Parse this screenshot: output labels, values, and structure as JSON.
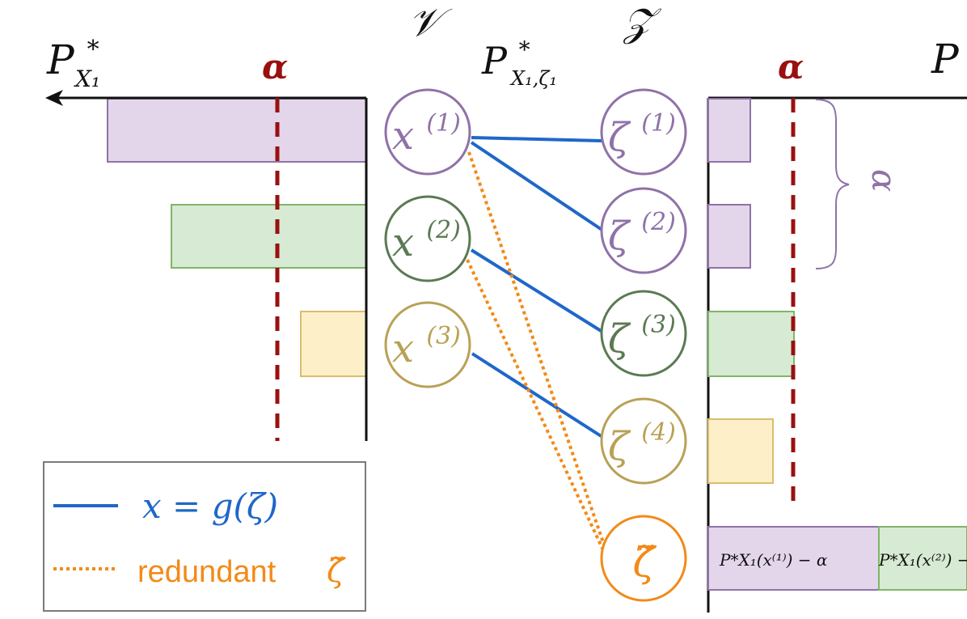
{
  "labels": {
    "v": "𝒱",
    "z": "𝒵",
    "left_p_main": "P",
    "left_p_star": "*",
    "left_p_sub": "X₁",
    "center_p_main": "P",
    "center_p_star": "*",
    "center_p_sub": "X₁,ζ₁",
    "right_p_main": "P",
    "alpha_left": "α",
    "alpha_right": "α",
    "brace_alpha": "α"
  },
  "nodes": {
    "x1": {
      "base": "x",
      "sup": "(1)"
    },
    "x2": {
      "base": "x",
      "sup": "(2)"
    },
    "x3": {
      "base": "x",
      "sup": "(3)"
    },
    "z1": {
      "base": "ζ",
      "sup": "(1)"
    },
    "z2": {
      "base": "ζ",
      "sup": "(2)"
    },
    "z3": {
      "base": "ζ",
      "sup": "(3)"
    },
    "z4": {
      "base": "ζ",
      "sup": "(4)"
    },
    "zt": {
      "base": "ζ̃"
    }
  },
  "legend": {
    "solid": "x = g(ζ)",
    "dotted_text": "redundant",
    "dotted_symbol": "ζ̃"
  },
  "bottom_bar": {
    "seg1": "P*X₁(x⁽¹⁾) − α",
    "seg2": "P*X₁(x⁽²⁾) −"
  },
  "colors": {
    "purple": "#8f72a8",
    "purple_fill": "#e3d6ea",
    "green": "#5b7a53",
    "green_fill": "#d7ead3",
    "green_edge": "#80b568",
    "yellow": "#b9a155",
    "yellow_fill": "#fdf0c9",
    "yellow_edge": "#d9bd6b",
    "blue": "#1f67c9",
    "orange": "#f28a18",
    "dark_red": "#9a1010",
    "black": "#111111"
  }
}
